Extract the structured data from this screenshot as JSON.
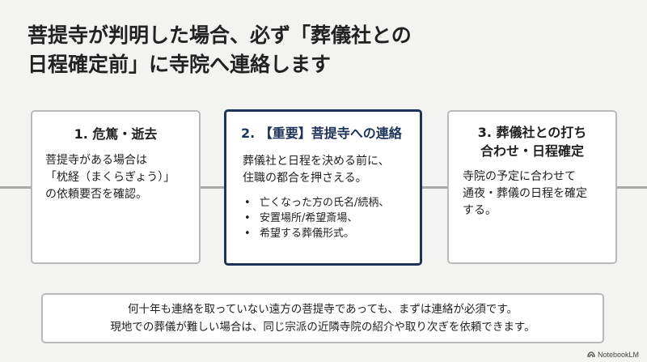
{
  "title": {
    "line1": "菩提寺が判明した場合、必ず「葬儀社との",
    "line2": "日程確定前」に寺院へ連絡します"
  },
  "steps": [
    {
      "heading": "1. 危篤・逝去",
      "body": "菩提寺がある場合は\n「枕経（まくらぎょう）」\nの依頼要否を確認。"
    },
    {
      "heading": "2. 【重要】菩提寺への連絡",
      "body": "葬儀社と日程を決める前に、\n住職の都合を押さえる。",
      "bullets": [
        "亡くなった方の氏名/続柄、",
        "安置場所/希望斎場、",
        "希望する葬儀形式。"
      ]
    },
    {
      "heading_line1": "3. 葬儀社との打ち",
      "heading_line2": "合わせ・日程確定",
      "body": "寺院の予定に合わせて\n通夜・葬儀の日程を確定\nする。"
    }
  ],
  "note": {
    "line1": "何十年も連絡を取っていない遠方の菩提寺であっても、まずは連絡が必須です。",
    "line2": "現地での葬儀が難しい場合は、同じ宗派の近隣寺院の紹介や取り次ぎを依頼できます。"
  },
  "brand": {
    "icon": "notebooklm-icon",
    "label": "NotebookLM"
  },
  "colors": {
    "accent": "#1e3357",
    "background": "#f3f3f1",
    "border": "#b9b9b9",
    "timeline": "#a9a9a9"
  }
}
